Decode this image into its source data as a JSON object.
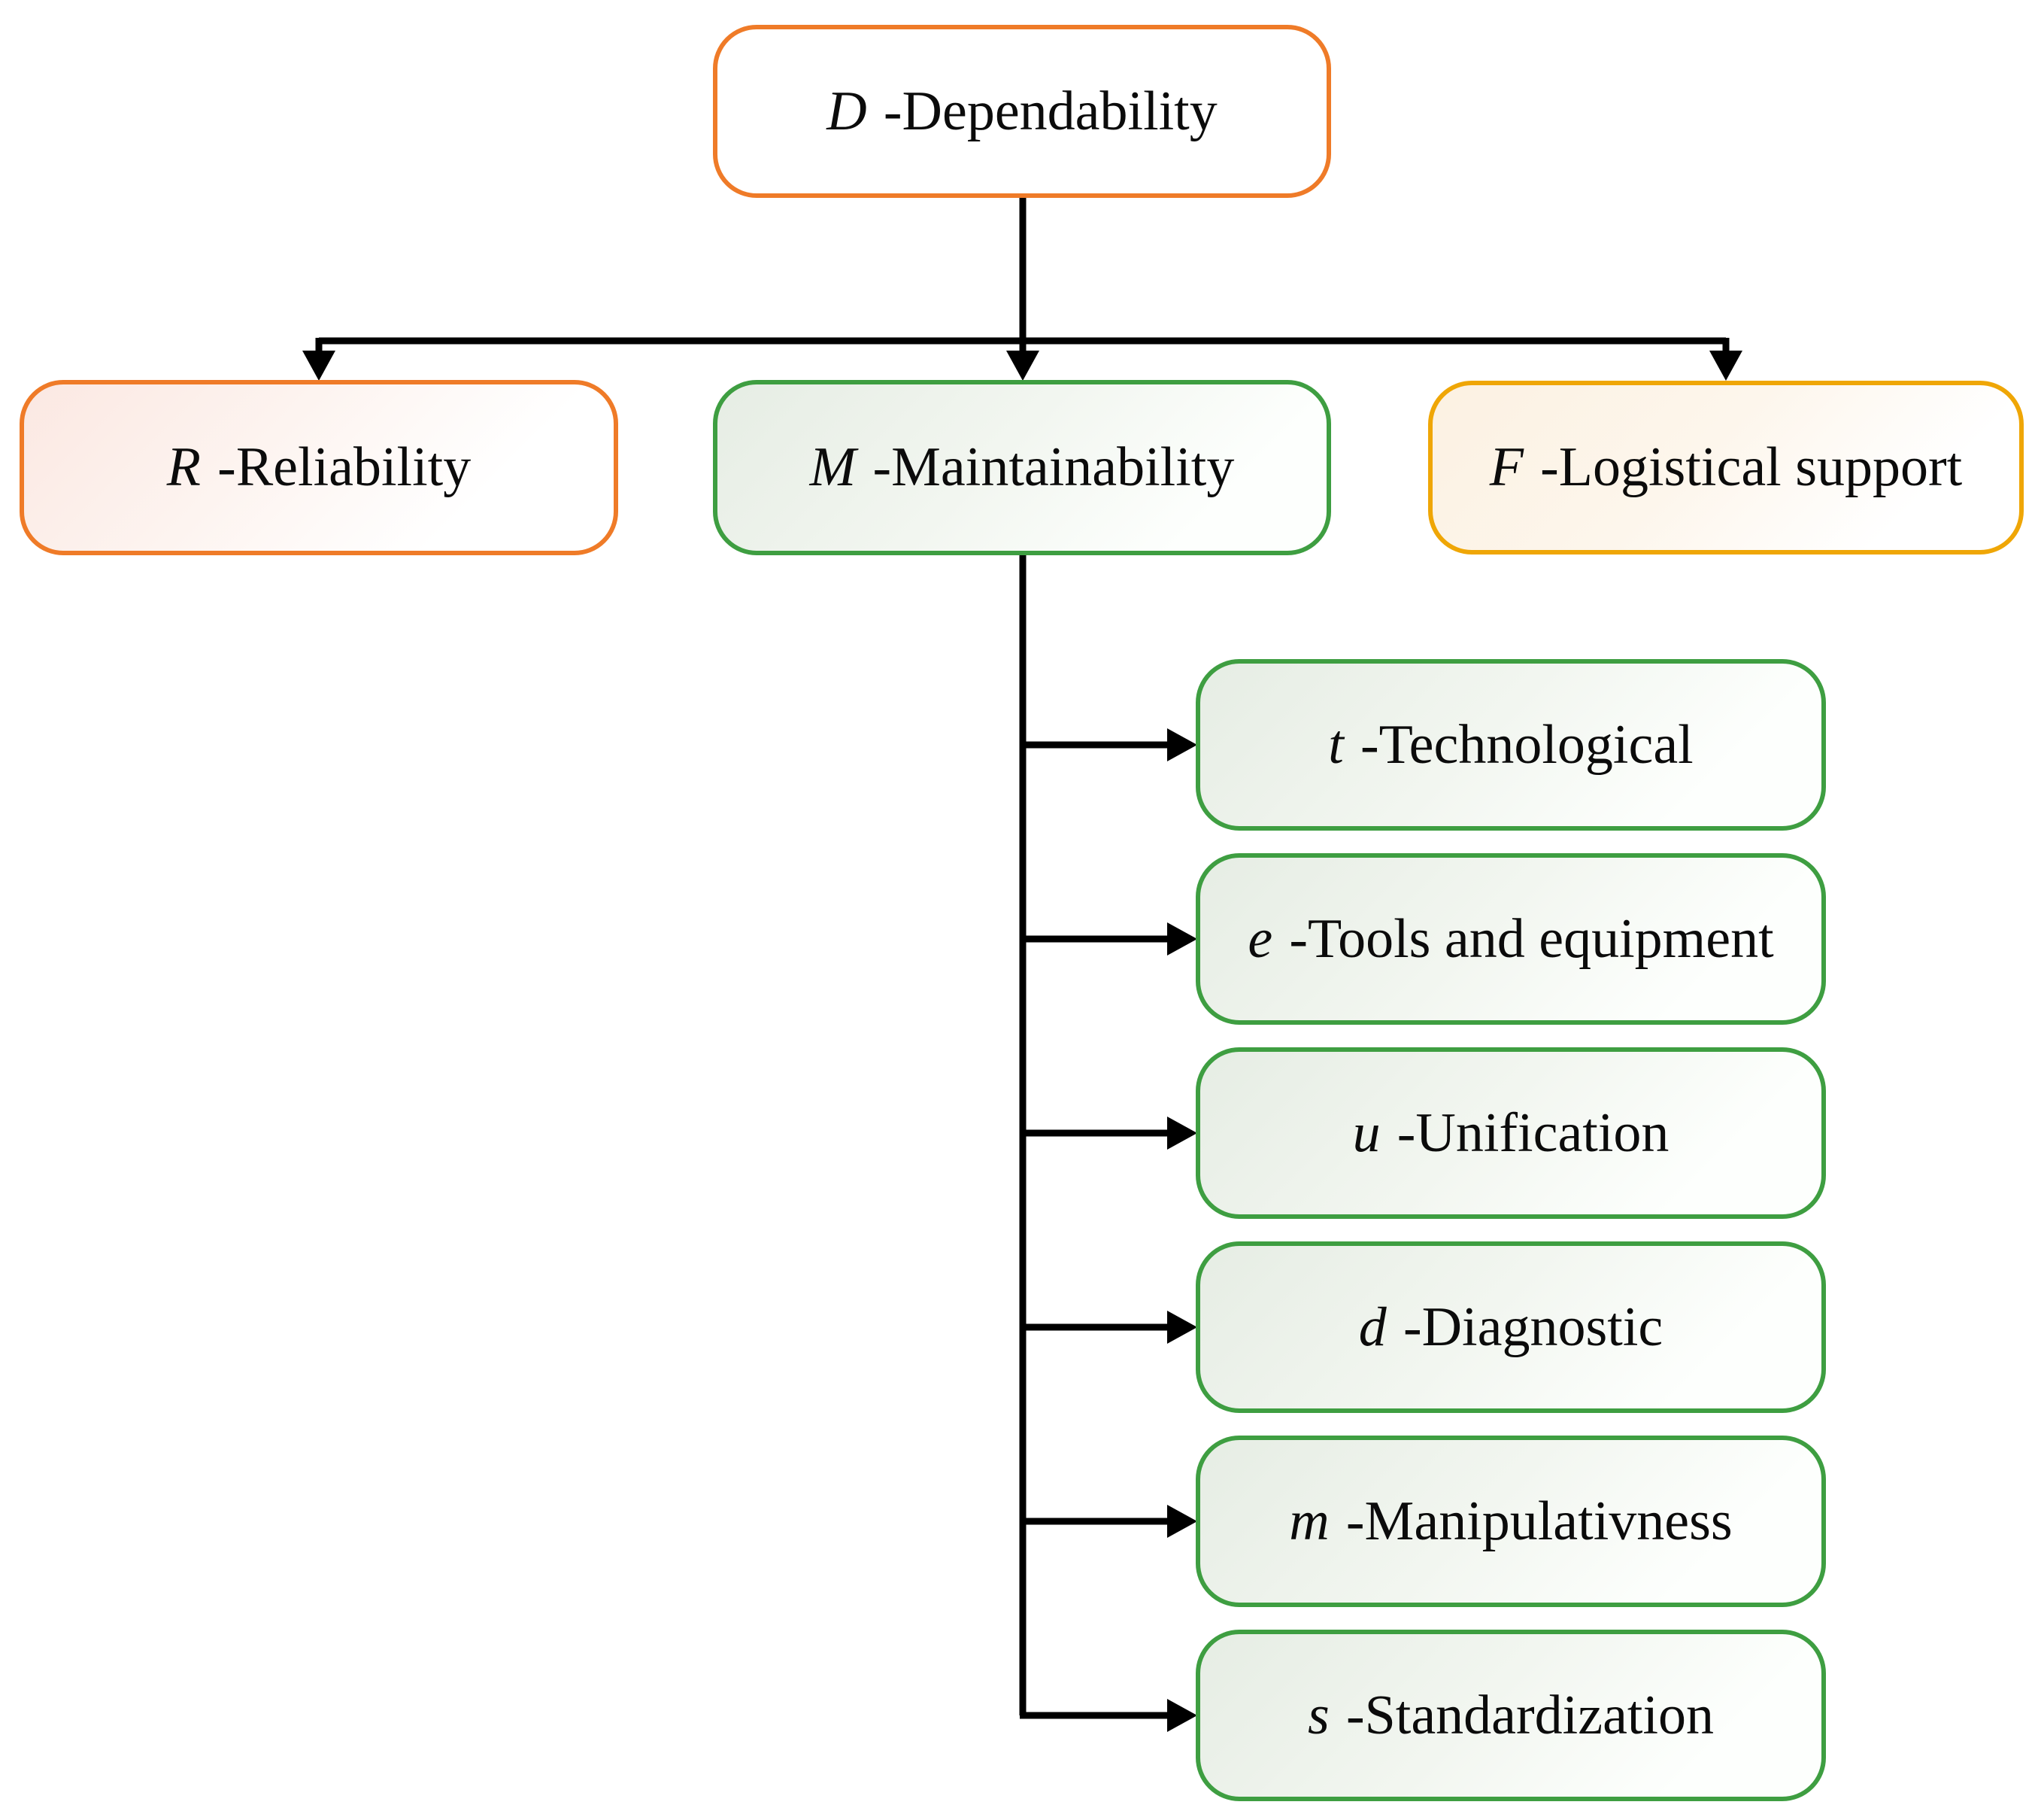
{
  "figure": {
    "type": "hierarchy-diagram",
    "root": {
      "letter": "D",
      "label": "-Dependability"
    },
    "level1": [
      {
        "letter": "R",
        "label": "-Reliability"
      },
      {
        "letter": "M",
        "label": "-Maintainability"
      },
      {
        "letter": "F",
        "label": "-Logistical support"
      }
    ],
    "maintainability_factors": [
      {
        "letter": "t",
        "label": "-Technological"
      },
      {
        "letter": "e",
        "label": "-Tools and equipment"
      },
      {
        "letter": "u",
        "label": "-Unification"
      },
      {
        "letter": "d",
        "label": "-Diagnostic"
      },
      {
        "letter": "m",
        "label": "-Manipulativness"
      },
      {
        "letter": "s",
        "label": "-Standardization"
      }
    ],
    "colors": {
      "orange_border": "#EF7B28",
      "green_border": "#3E9E41",
      "gold_border": "#EFA606",
      "connector": "#000000",
      "dependability_fill": "#FFFFFF",
      "reliability_fill_start": "#FBE8E2",
      "maintainability_fill_start": "#E6EDE4",
      "logistical_fill_start": "#FCF1E2"
    }
  }
}
